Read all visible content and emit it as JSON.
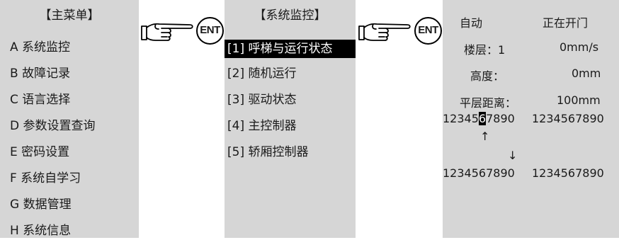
{
  "main_menu": {
    "title": "【主菜单】",
    "items": [
      {
        "label": "A 系统监控",
        "selected": true
      },
      {
        "label": "B 故障记录",
        "selected": false
      },
      {
        "label": "C 语言选择",
        "selected": false
      },
      {
        "label": "D 参数设置查询",
        "selected": false
      },
      {
        "label": "E 密码设置",
        "selected": false
      },
      {
        "label": "F 系统自学习",
        "selected": false
      },
      {
        "label": "G 数据管理",
        "selected": false
      },
      {
        "label": "H 系统信息",
        "selected": false
      }
    ]
  },
  "key_hint": {
    "key_label": "ENT",
    "icon": "pointing-hand-icon"
  },
  "monitor_menu": {
    "title": "【系统监控】",
    "items": [
      {
        "label": "[1] 呼梯与运行状态",
        "selected": true
      },
      {
        "label": "[2] 随机运行",
        "selected": false
      },
      {
        "label": "[3] 驱动状态",
        "selected": false
      },
      {
        "label": "[4] 主控制器",
        "selected": false
      },
      {
        "label": "[5] 轿厢控制器",
        "selected": false
      }
    ]
  },
  "status": {
    "mode": "自动",
    "door_state": "正在开门",
    "floor_label": "楼层：1",
    "speed": "0mm/s",
    "height_label": "高度：",
    "height_value": "0mm",
    "level_label": "平层距离：",
    "level_value": "100mm",
    "call_digits_top_a_pre": "12345",
    "call_digits_top_a_hl": "6",
    "call_digits_top_a_post": "7890",
    "call_digits_top_b": "1234567890",
    "up_arrow": "↑",
    "down_arrow": "↓",
    "call_digits_bottom_a": "1234567890",
    "call_digits_bottom_b": "1234567890"
  }
}
